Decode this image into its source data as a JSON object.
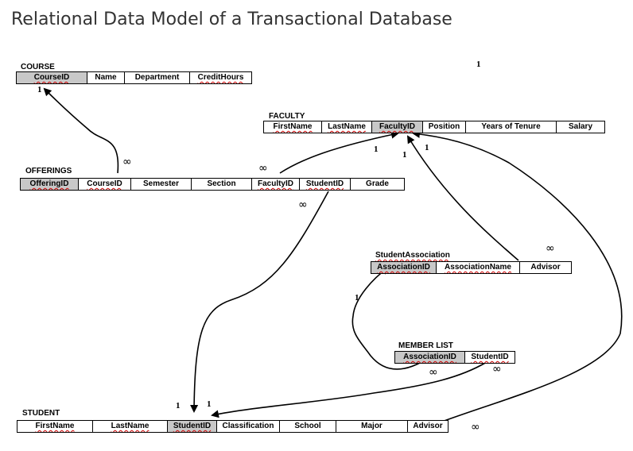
{
  "title": "Relational Data Model of a Transactional Database",
  "cardinality": {
    "one": "1",
    "many": "∞"
  },
  "tables": {
    "course": {
      "name": "COURSE",
      "columns": [
        "CourseID",
        "Name",
        "Department",
        "CreditHours"
      ]
    },
    "faculty": {
      "name": "FACULTY",
      "columns": [
        "FirstName",
        "LastName",
        "FacultyID",
        "Position",
        "Years of Tenure",
        "Salary"
      ]
    },
    "offerings": {
      "name": "OFFERINGS",
      "columns": [
        "OfferingID",
        "CourseID",
        "Semester",
        "Section",
        "FacultyID",
        "StudentID",
        "Grade"
      ]
    },
    "student_association": {
      "name": "StudentAssociation",
      "columns": [
        "AssociationID",
        "AssociationName",
        "Advisor"
      ]
    },
    "member_list": {
      "name": "MEMBER LIST",
      "columns": [
        "AssociationID",
        "StudentID"
      ]
    },
    "student": {
      "name": "STUDENT",
      "columns": [
        "FirstName",
        "LastName",
        "StudentID",
        "Classification",
        "School",
        "Major",
        "Advisor"
      ]
    }
  }
}
